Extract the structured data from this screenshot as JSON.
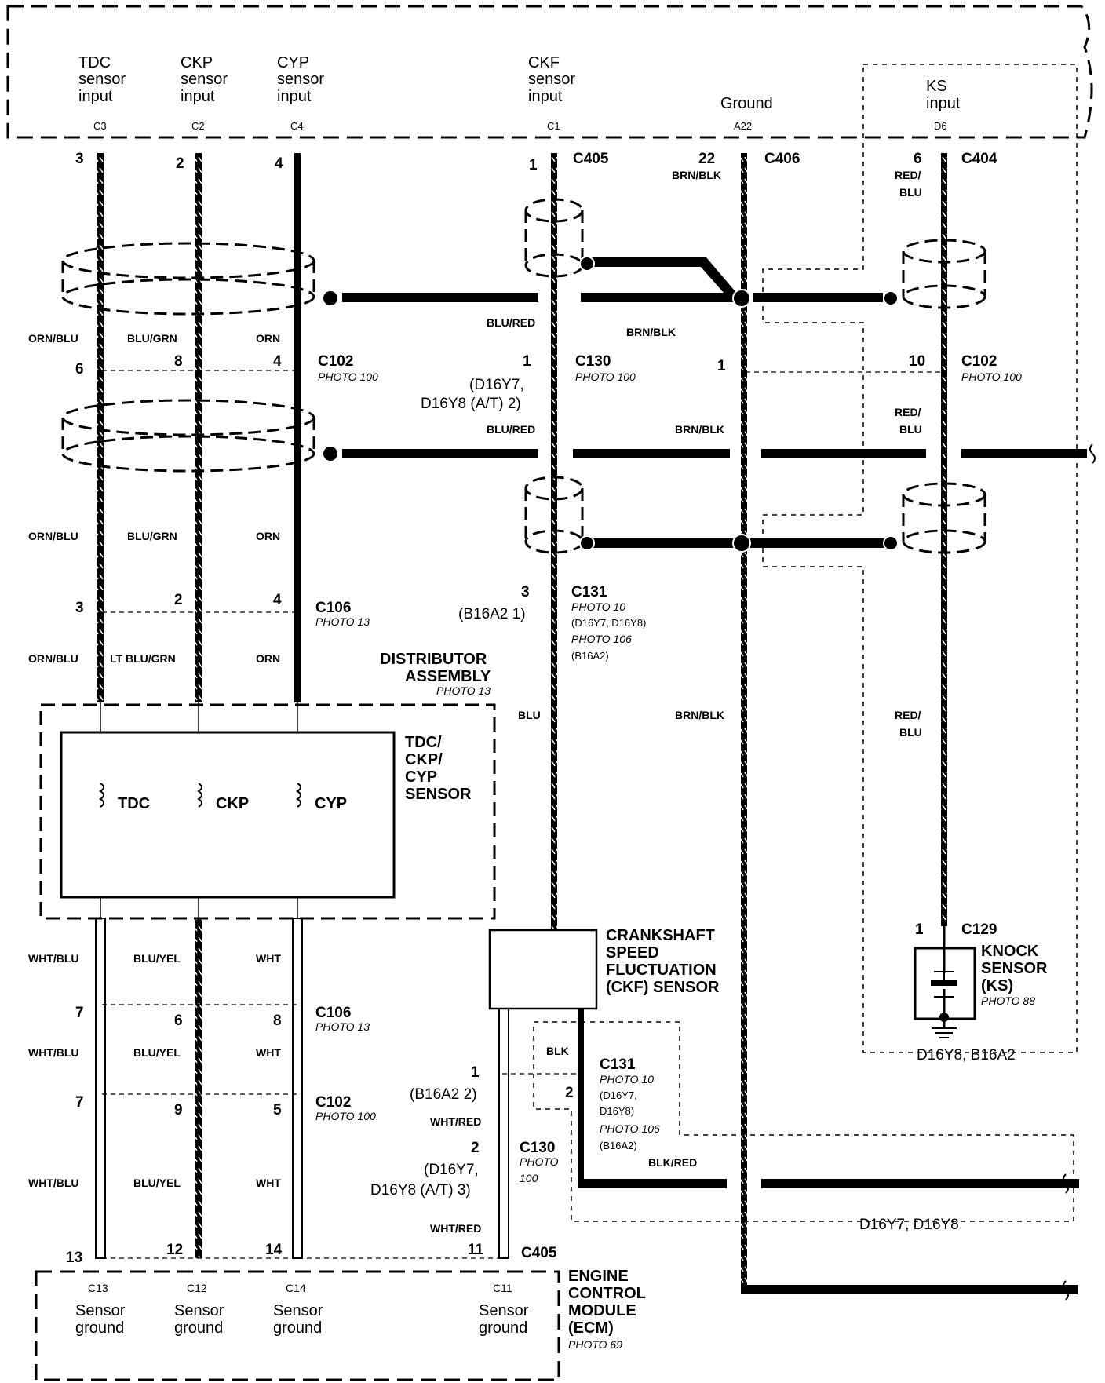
{
  "ecm_top": {
    "tdc": {
      "line1": "TDC",
      "line2": "sensor",
      "line3": "input",
      "pin": "C3"
    },
    "ckp": {
      "line1": "CKP",
      "line2": "sensor",
      "line3": "input",
      "pin": "C2"
    },
    "cyp": {
      "line1": "CYP",
      "line2": "sensor",
      "line3": "input",
      "pin": "C4"
    },
    "ckf": {
      "line1": "CKF",
      "line2": "sensor",
      "line3": "input",
      "pin": "C1"
    },
    "ground": {
      "line1": "Ground",
      "pin": "A22"
    },
    "ks": {
      "line1": "KS",
      "line2": "input",
      "pin": "D6"
    }
  },
  "connectors": {
    "c405": "C405",
    "c406": "C406",
    "c404": "C404",
    "c102": "C102",
    "c130": "C130",
    "c131": "C131",
    "c106": "C106",
    "c129": "C129",
    "photo100": "PHOTO 100",
    "photo13": "PHOTO 13",
    "photo10": "PHOTO 10",
    "photo106": "PHOTO 106",
    "photo88": "PHOTO 88",
    "photo69": "PHOTO 69"
  },
  "pins": {
    "p3": "3",
    "p2": "2",
    "p4": "4",
    "p1": "1",
    "p22": "22",
    "p6": "6",
    "p8": "8",
    "p10": "10",
    "p7": "7",
    "p9": "9",
    "p5": "5",
    "p13": "13",
    "p12": "12",
    "p14": "14",
    "p11": "11"
  },
  "wires": {
    "orn_blu": "ORN/BLU",
    "blu_grn": "BLU/GRN",
    "orn": "ORN",
    "lt_blu_grn": "LT BLU/GRN",
    "blu_red": "BLU/RED",
    "brn_blk": "BRN/BLK",
    "red_slash": "RED/",
    "blu": "BLU",
    "red_blu1": "RED/",
    "blu2": "BLU",
    "wht_blu": "WHT/BLU",
    "blu_yel": "BLU/YEL",
    "wht": "WHT",
    "wht_red": "WHT/RED",
    "blk": "BLK",
    "blk_red": "BLK/RED"
  },
  "notes": {
    "d16y7": "(D16Y7,",
    "d16y8_at_2": "D16Y8 (A/T) 2)",
    "b16a2_1": "(B16A2 1)",
    "d16y7_d16y8": "(D16Y7, D16Y8)",
    "b16a2": "(B16A2)",
    "b16a2_2": "(B16A2 2)",
    "d16y7b": "(D16Y7,",
    "d16y8_at_3": "D16Y8 (A/T) 3)",
    "c131b_d16y7": "(D16Y7,",
    "c131b_d16y8": "D16Y8)",
    "c131b_b16a2": "(B16A2)",
    "photo_c130": "PHOTO",
    "photo_c130b": "100",
    "d16y8_b16a2": "D16Y8, B16A2",
    "d16y7_d16y8_bottom": "D16Y7, D16Y8"
  },
  "components": {
    "distributor": {
      "line1": "DISTRIBUTOR",
      "line2": "ASSEMBLY"
    },
    "sensor_box": {
      "line1": "TDC/",
      "line2": "CKP/",
      "line3": "CYP",
      "line4": "SENSOR"
    },
    "coils": {
      "tdc": "TDC",
      "ckp": "CKP",
      "cyp": "CYP"
    },
    "ckf_sensor": {
      "line1": "CRANKSHAFT",
      "line2": "SPEED",
      "line3": "FLUCTUATION",
      "line4": "(CKF) SENSOR"
    },
    "knock": {
      "line1": "KNOCK",
      "line2": "SENSOR",
      "line3": "(KS)"
    },
    "ecm": {
      "line1": "ENGINE",
      "line2": "CONTROL",
      "line3": "MODULE",
      "line4": "(ECM)"
    }
  },
  "ecm_bottom": {
    "c13": {
      "pin": "C13",
      "line1": "Sensor",
      "line2": "ground"
    },
    "c12": {
      "pin": "C12",
      "line1": "Sensor",
      "line2": "ground"
    },
    "c14": {
      "pin": "C14",
      "line1": "Sensor",
      "line2": "ground"
    },
    "c11": {
      "pin": "C11",
      "line1": "Sensor",
      "line2": "ground"
    }
  }
}
